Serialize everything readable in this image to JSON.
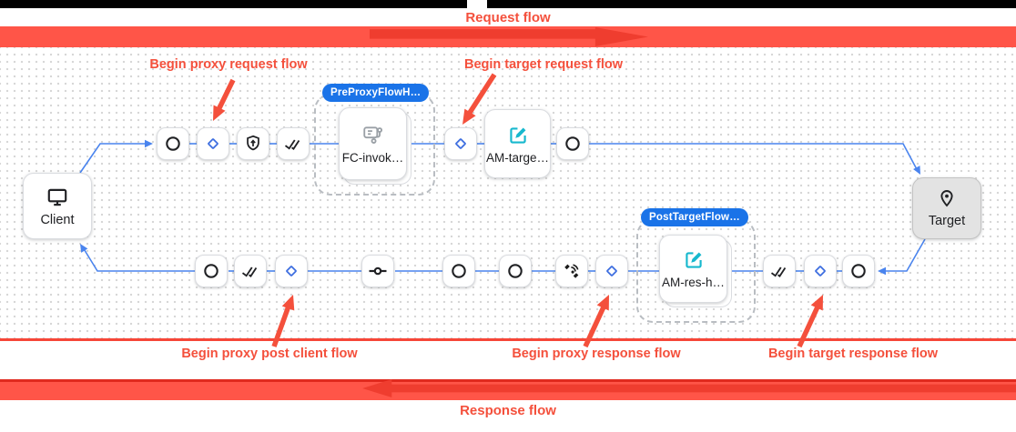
{
  "header": {
    "request_flow_label": "Request flow"
  },
  "footer": {
    "response_flow_label": "Response flow"
  },
  "annotations": {
    "begin_proxy_request": "Begin proxy request flow",
    "begin_target_request": "Begin target request flow",
    "begin_proxy_post_client": "Begin proxy post client flow",
    "begin_proxy_response": "Begin proxy response flow",
    "begin_target_response": "Begin target response flow"
  },
  "canvas": {
    "client_label": "Client",
    "target_label": "Target",
    "pre_proxy_flow_hook_badge": "PreProxyFlowH…",
    "post_target_flow_hook_badge": "PostTargetFlow…",
    "policies": {
      "flow_callout": "FC-invok…",
      "assign_message_target": "AM-targe…",
      "assign_message_response": "AM-res-h…"
    },
    "request_row_icons": [
      "circle",
      "diamond",
      "shield",
      "double-check",
      "diamond",
      "edit",
      "circle"
    ],
    "response_row_icons": [
      "circle",
      "double-check",
      "diamond",
      "commit",
      "circle",
      "circle",
      "satellite",
      "diamond",
      "double-check",
      "diamond",
      "circle"
    ]
  },
  "colors": {
    "annotation_red": "#f4503c",
    "bar_red": "#ff5548",
    "bar_arrow_red": "#ef3d2f",
    "bar_line_red": "#e02a1e",
    "thin_line_red": "#f64638",
    "link_blue": "#4a84ee",
    "badge_blue": "#1a73e8",
    "diamond_blue": "#3f6fe0",
    "teal": "#17b8ce",
    "icon_gray": "#9aa0a6",
    "node_border": "#dadce0",
    "canvas_dot": "#d7d7d7",
    "text_dark": "#202124",
    "target_fill": "#e3e3e3"
  }
}
